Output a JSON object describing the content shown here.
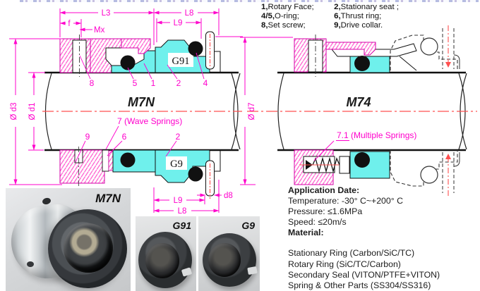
{
  "legend": {
    "rows": [
      {
        "l_num": "1,",
        "l_text": "Rotary Face;",
        "r_num": "2,",
        "r_text": "Stationary seat ;"
      },
      {
        "l_num": "4/5,",
        "l_text": "O-ring;",
        "r_num": "6,",
        "r_text": "Thrust ring;"
      },
      {
        "l_num": "8,",
        "l_text": "Set screw;",
        "r_num": "9,",
        "r_text": "Drive collar."
      }
    ]
  },
  "left_drawing": {
    "model": "M7N",
    "dim_l3": "L3",
    "dim_l8_top": "L8",
    "dim_f": "f",
    "dim_mx": "Mx",
    "dim_l9_top": "L9",
    "dim_d3": "Ø d3",
    "dim_d1": "Ø d1",
    "dim_l9_bottom": "L9",
    "dim_l8_bottom": "L8",
    "dim_d8": "d8",
    "seat_top_label": "G91",
    "seat_bottom_label": "G9",
    "spring_label": "7 (Wave Springs)",
    "callout_8": "8",
    "callout_5": "5",
    "callout_1": "1",
    "callout_2_top": "2",
    "callout_4": "4",
    "callout_9": "9",
    "callout_6": "6",
    "callout_2_bottom": "2"
  },
  "right_drawing": {
    "model": "M74",
    "dim_d7": "Ø d7",
    "spring_label": "7.1 (Multiple Springs)"
  },
  "photos": {
    "m7n_label": "M7N",
    "g91_label": "G91",
    "g9_label": "G9"
  },
  "specs": {
    "application_title": "Application Date:",
    "temperature": "Temperature: -30° C~+200° C",
    "pressure": "Pressure: ≤1.6MPa",
    "speed": "Speed: ≤20m/s",
    "material_title": "Material:",
    "materials": [
      "Stationary Ring (Carbon/SiC/TC)",
      "Rotary Ring (SiC/TC/Carbon)",
      "Secondary Seal (VITON/PTFE+VITON)",
      "Spring & Other Parts (SS304/SS316)"
    ]
  },
  "colors": {
    "dimension_magenta": "#ff00cc",
    "hatch_pink": "#ff55cc",
    "part_cyan": "#6ff0ec",
    "centerline_red": "#ff5050"
  }
}
